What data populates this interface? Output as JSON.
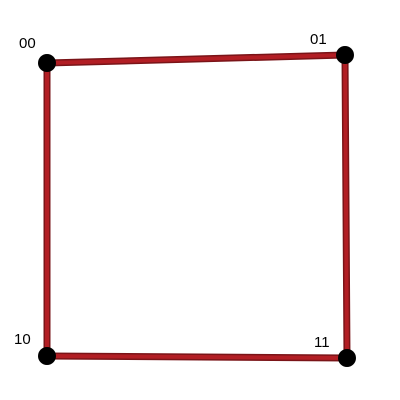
{
  "diagram": {
    "edge_color": "#b21e24",
    "edge_outline_color": "#7a1418",
    "node_color": "#000000",
    "nodes": [
      {
        "id": "00",
        "label": "00"
      },
      {
        "id": "01",
        "label": "01"
      },
      {
        "id": "10",
        "label": "10"
      },
      {
        "id": "11",
        "label": "11"
      }
    ],
    "edges": [
      {
        "from": "00",
        "to": "01"
      },
      {
        "from": "01",
        "to": "11"
      },
      {
        "from": "11",
        "to": "10"
      },
      {
        "from": "10",
        "to": "00"
      }
    ]
  }
}
